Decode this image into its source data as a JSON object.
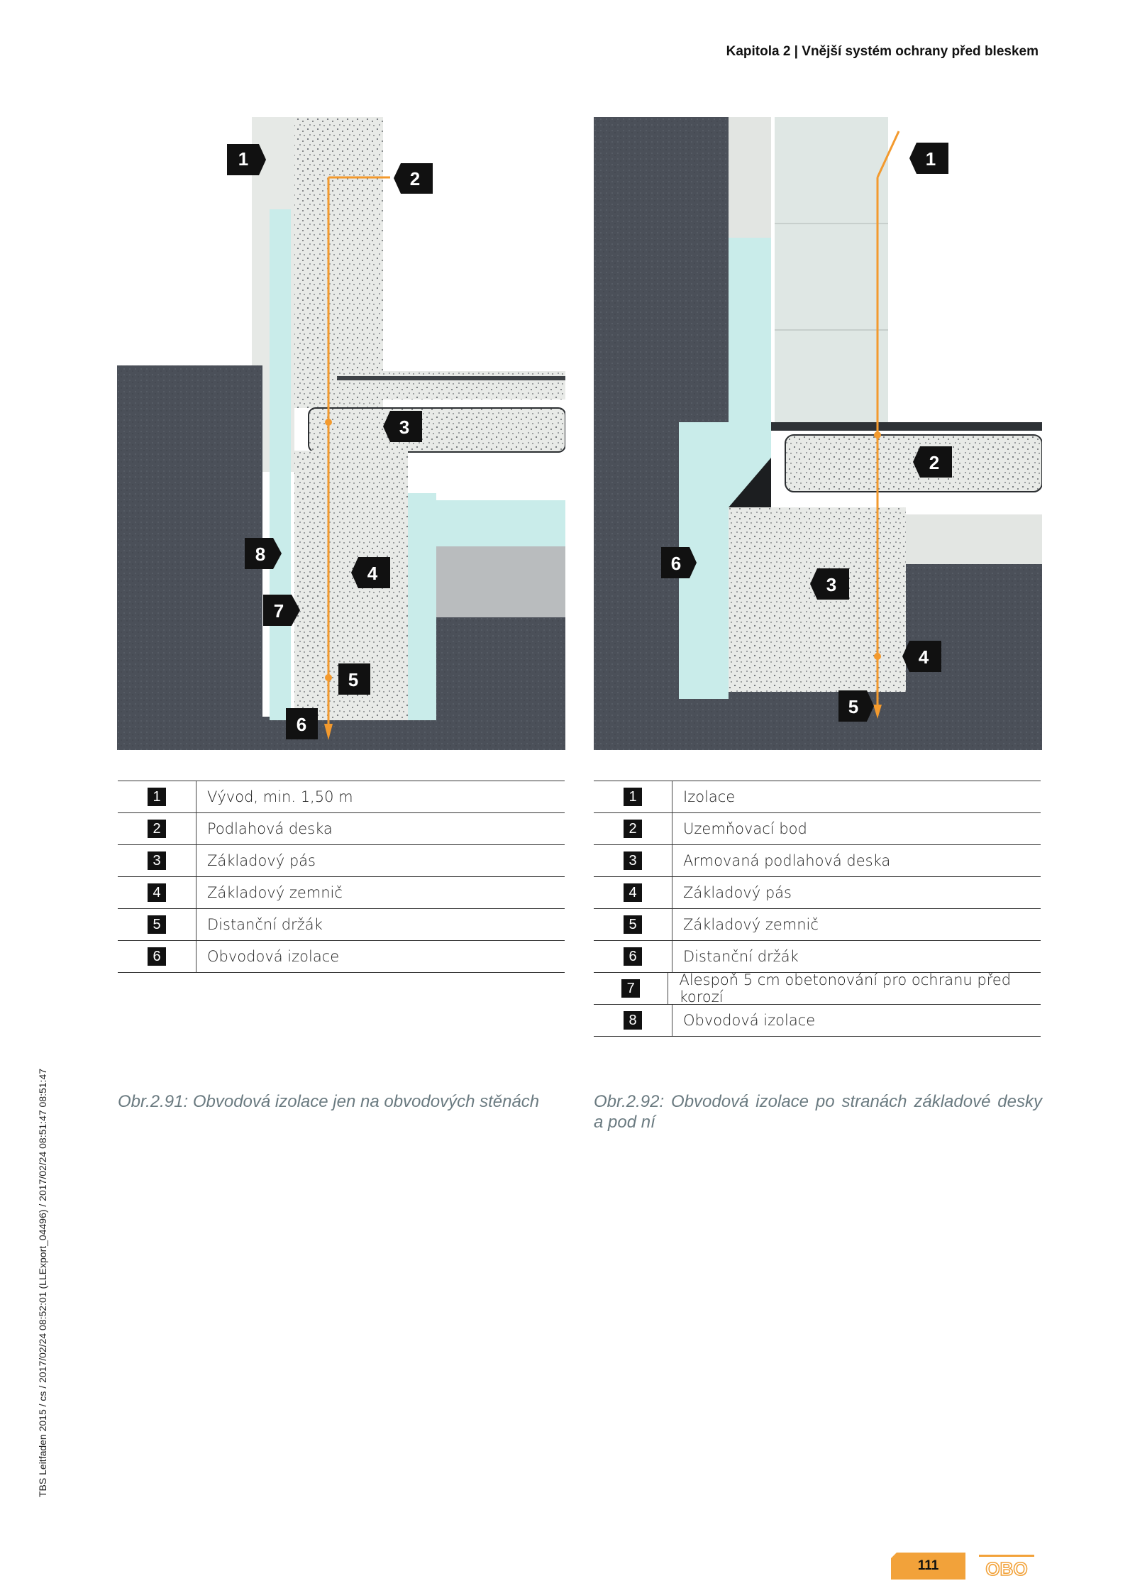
{
  "header": {
    "chapter": "Kapitola 2 | Vnější systém ochrany před bleskem"
  },
  "side_text": "TBS Leitfaden 2015 / cs / 2017/02/24 08:52:01 (LLExport_04496) / 2017/02/24 08:51:47 08:51:47",
  "figure1": {
    "markers": [
      "1",
      "2",
      "3",
      "4",
      "5",
      "6",
      "7",
      "8"
    ]
  },
  "figure2": {
    "markers": [
      "1",
      "2",
      "3",
      "4",
      "5",
      "6"
    ]
  },
  "legend1": [
    {
      "num": "1",
      "label": "Vývod, min. 1,50 m"
    },
    {
      "num": "2",
      "label": "Podlahová deska"
    },
    {
      "num": "3",
      "label": "Základový pás"
    },
    {
      "num": "4",
      "label": "Základový zemnič"
    },
    {
      "num": "5",
      "label": "Distanční držák"
    },
    {
      "num": "6",
      "label": "Obvodová izolace"
    }
  ],
  "legend2": [
    {
      "num": "1",
      "label": "Izolace"
    },
    {
      "num": "2",
      "label": "Uzemňovací bod"
    },
    {
      "num": "3",
      "label": "Armovaná podlahová deska"
    },
    {
      "num": "4",
      "label": "Základový pás"
    },
    {
      "num": "5",
      "label": "Základový zemnič"
    },
    {
      "num": "6",
      "label": "Distanční držák"
    },
    {
      "num": "7",
      "label": "Alespoň 5 cm obetonování pro ochranu před korozí"
    },
    {
      "num": "8",
      "label": "Obvodová izolace"
    }
  ],
  "captions": {
    "fig1": "Obr.2.91: Obvodová izolace jen na obvodových stěnách",
    "fig2": "Obr.2.92: Obvodová izolace po stranách základové desky a pod ní"
  },
  "footer": {
    "page_number": "111",
    "logo_text": "OBO"
  },
  "colors": {
    "accent": "#f2a23a",
    "earth": "#4a4f58",
    "insulation": "#c9ecea",
    "concrete": "#e7e9e6",
    "conductor": "#f39a2e"
  }
}
